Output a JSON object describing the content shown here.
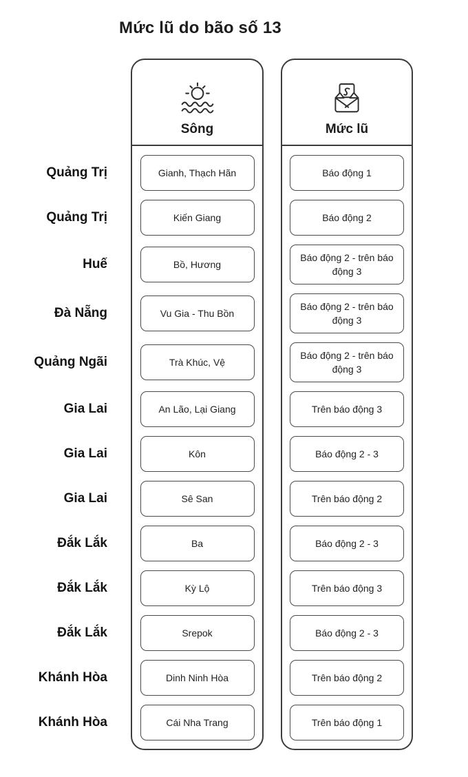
{
  "page": {
    "title": "Mức lũ do bão số 13",
    "background": "#ffffff"
  },
  "colors": {
    "card_border": "#3c3c3c",
    "box_border": "#4a4a4a",
    "text": "#1c1c1c"
  },
  "chart_data": {
    "type": "table",
    "title": "Mức lũ do bão số 13",
    "row_label_field": "province",
    "columns": [
      {
        "key": "river",
        "label": "Sông",
        "icon": "sun-over-waves-icon"
      },
      {
        "key": "level",
        "label": "Mức lũ",
        "icon": "open-envelope-letter-icon"
      }
    ],
    "rows": [
      {
        "province": "Quảng Trị",
        "river": "Gianh, Thạch Hãn",
        "level": "Báo động 1"
      },
      {
        "province": "Quảng Trị",
        "river": "Kiến Giang",
        "level": "Báo động 2"
      },
      {
        "province": "Huế",
        "river": "Bồ, Hương",
        "level": "Báo động 2 - trên báo động 3"
      },
      {
        "province": "Đà Nẵng",
        "river": "Vu Gia - Thu Bồn",
        "level": "Báo động 2 - trên báo động 3"
      },
      {
        "province": "Quảng Ngãi",
        "river": "Trà Khúc, Vệ",
        "level": "Báo động 2 - trên báo động 3"
      },
      {
        "province": "Gia Lai",
        "river": "An Lão, Lại Giang",
        "level": "Trên báo động 3"
      },
      {
        "province": "Gia Lai",
        "river": "Kôn",
        "level": "Báo động 2 - 3"
      },
      {
        "province": "Gia Lai",
        "river": "Sê San",
        "level": "Trên báo động 2"
      },
      {
        "province": "Đắk Lắk",
        "river": "Ba",
        "level": "Báo động 2 - 3"
      },
      {
        "province": "Đắk Lắk",
        "river": "Kỳ Lộ",
        "level": "Trên báo động 3"
      },
      {
        "province": "Đắk Lắk",
        "river": "Srepok",
        "level": "Báo động 2 - 3"
      },
      {
        "province": "Khánh Hòa",
        "river": "Dinh Ninh Hòa",
        "level": "Trên báo động 2"
      },
      {
        "province": "Khánh Hòa",
        "river": "Cái Nha Trang",
        "level": "Trên báo động 1"
      }
    ]
  }
}
